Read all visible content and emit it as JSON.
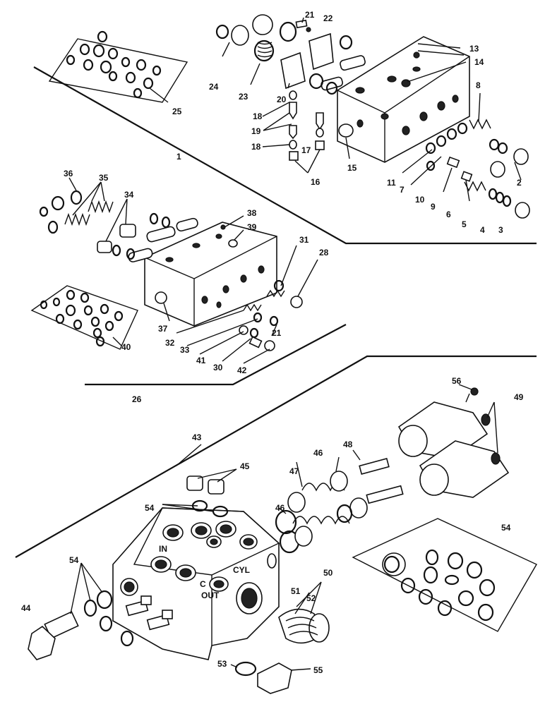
{
  "diagram": {
    "callouts": {
      "c1": "1",
      "c2": "2",
      "c3": "3",
      "c4": "4",
      "c5": "5",
      "c6": "6",
      "c7": "7",
      "c8": "8",
      "c9": "9",
      "c10": "10",
      "c11": "11",
      "c13": "13",
      "c14": "14",
      "c15": "15",
      "c16": "16",
      "c17": "17",
      "c18a": "18",
      "c18b": "18",
      "c19": "19",
      "c20": "20",
      "c21": "21",
      "c21b": "21",
      "c22": "22",
      "c23": "23",
      "c24": "24",
      "c25": "25",
      "c26": "26",
      "c28": "28",
      "c30": "30",
      "c31": "31",
      "c32": "32",
      "c33": "33",
      "c34": "34",
      "c35": "35",
      "c36": "36",
      "c37": "37",
      "c38": "38",
      "c39": "39",
      "c40": "40",
      "c41": "41",
      "c42": "42",
      "c43": "43",
      "c44": "44",
      "c45": "45",
      "c46a": "46",
      "c46b": "46",
      "c47": "47",
      "c48": "48",
      "c49": "49",
      "c50": "50",
      "c51": "51",
      "c52": "52",
      "c53": "53",
      "c54a": "54",
      "c54b": "54",
      "c54c": "54",
      "c55": "55",
      "c56": "56"
    },
    "body_markings": {
      "m_in": "IN",
      "m_c": "C",
      "m_out": "OUT",
      "m_cyl": "CYL"
    }
  }
}
